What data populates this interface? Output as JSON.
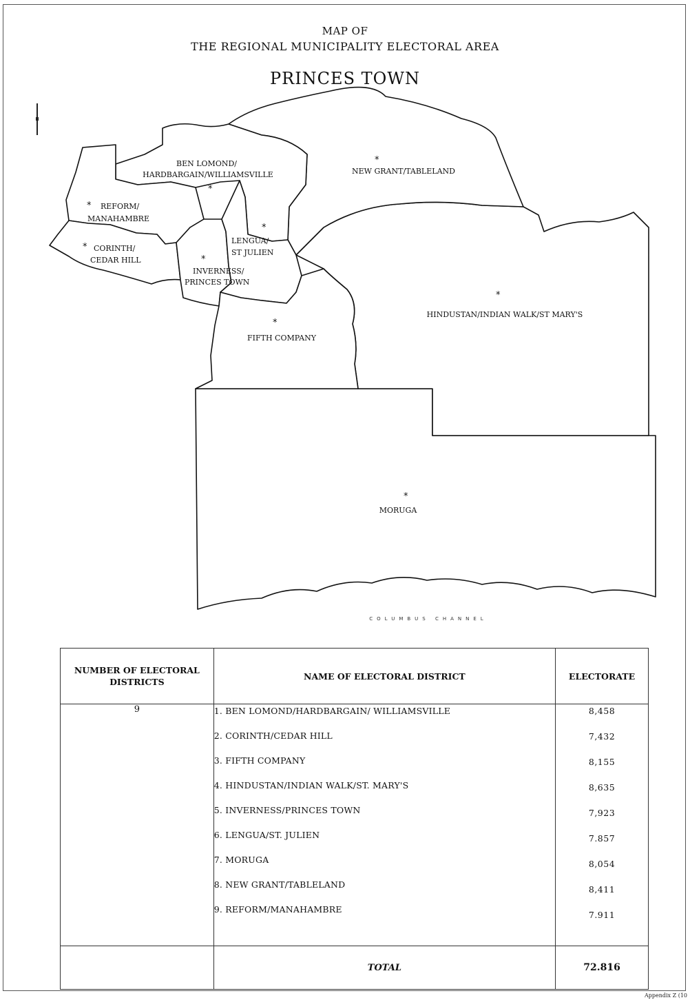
{
  "map": {
    "title_line1": "MAP OF",
    "title_line2": "THE REGIONAL MUNICIPALITY ELECTORAL AREA",
    "title_line3": "PRINCES TOWN",
    "channel_label": "COLUMBUS CHANNEL",
    "star_symbol": "*",
    "labels": {
      "ben_lomond_1": "BEN LOMOND/",
      "ben_lomond_2": "HARDBARGAIN/WILLIAMSVILLE",
      "new_grant": "NEW GRANT/TABLELAND",
      "reform_1": "REFORM/",
      "reform_2": "MANAHAMBRE",
      "corinth_1": "CORINTH/",
      "corinth_2": "CEDAR HILL",
      "lengua_1": "LENGUA/",
      "lengua_2": "ST JULIEN",
      "inverness_1": "INVERNESS/",
      "inverness_2": "PRINCES TOWN",
      "fifth": "FIFTH COMPANY",
      "hindustan": "HINDUSTAN/INDIAN WALK/ST MARY'S",
      "moruga": "MORUGA"
    }
  },
  "table": {
    "header_num": "NUMBER OF ELECTORAL DISTRICTS",
    "header_name": "NAME OF ELECTORAL DISTRICT",
    "header_electorate": "ELECTORATE",
    "num_districts": "9",
    "districts": [
      {
        "name": "1. BEN LOMOND/HARDBARGAIN/ WILLIAMSVILLE",
        "electorate": "8,458"
      },
      {
        "name": "2. CORINTH/CEDAR HILL",
        "electorate": "7,432"
      },
      {
        "name": "3. FIFTH COMPANY",
        "electorate": "8,155"
      },
      {
        "name": "4. HINDUSTAN/INDIAN WALK/ST. MARY'S",
        "electorate": "8,635"
      },
      {
        "name": "5. INVERNESS/PRINCES TOWN",
        "electorate": "7,923"
      },
      {
        "name": "6. LENGUA/ST. JULIEN",
        "electorate": "7.857"
      },
      {
        "name": "7. MORUGA",
        "electorate": "8,054"
      },
      {
        "name": "8. NEW GRANT/TABLELAND",
        "electorate": "8,411"
      },
      {
        "name": "9. REFORM/MANAHAMBRE",
        "electorate": "7.911"
      }
    ],
    "total_label": "TOTAL",
    "total_value": "72.816"
  },
  "footer": "Appendix Z (10"
}
